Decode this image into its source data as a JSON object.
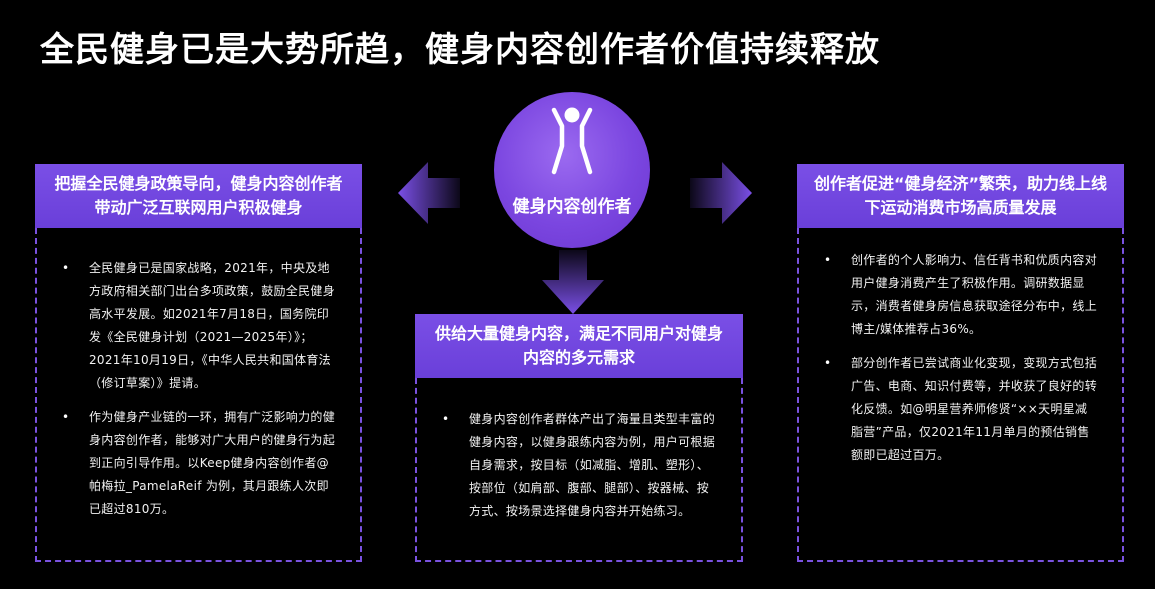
{
  "title": "全民健身已是大势所趋，健身内容创作者价值持续释放",
  "center": {
    "label": "健身内容创作者",
    "icon": "person-arms-up-icon"
  },
  "left": {
    "header": "把握全民健身政策导向，健身内容创作者带动广泛互联网用户积极健身",
    "bullets": [
      "全民健身已是国家战略，2021年，中央及地方政府相关部门出台多项政策，鼓励全民健身高水平发展。如2021年7月18日，国务院印发《全民健身计划（2021—2025年）》；2021年10月19日，《中华人民共和国体育法（修订草案）》提请。",
      "作为健身产业链的一环，拥有广泛影响力的健身内容创作者，能够对广大用户的健身行为起到正向引导作用。以Keep健身内容创作者@帕梅拉_PamelaReif 为例，其月跟练人次即已超过810万。"
    ]
  },
  "middle": {
    "header": "供给大量健身内容，满足不同用户对健身内容的多元需求",
    "bullets": [
      "健身内容创作者群体产出了海量且类型丰富的健身内容，以健身跟练内容为例，用户可根据自身需求，按目标（如减脂、增肌、塑形）、按部位（如肩部、腹部、腿部）、按器械、按方式、按场景选择健身内容并开始练习。"
    ]
  },
  "right": {
    "header": "创作者促进“健身经济”繁荣，助力线上线下运动消费市场高质量发展",
    "bullets": [
      "创作者的个人影响力、信任背书和优质内容对用户健身消费产生了积极作用。调研数据显示，消费者健身房信息获取途径分布中，线上博主/媒体推荐占36%。",
      "部分创作者已尝试商业化变现，变现方式包括广告、电商、知识付费等，并收获了良好的转化反馈。如@明星营养师修贤“××天明星减脂营”产品，仅2021年11月单月的预估销售额即已超过百万。"
    ]
  },
  "colors": {
    "accent": "#7a4fe6",
    "circle": "#7b46e0",
    "background": "#000000"
  }
}
